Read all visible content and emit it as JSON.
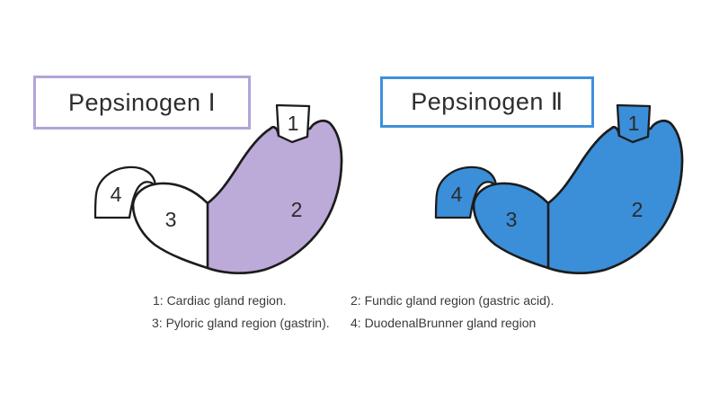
{
  "figure": {
    "background_color": "#ffffff",
    "outline_color": "#1c1c1c",
    "panels": [
      {
        "title": "Pepsinogen Ⅰ",
        "accent_color": "#b3a5d8",
        "region_labels": {
          "r1": "1",
          "r2": "2",
          "r3": "3",
          "r4": "4"
        },
        "region_fills": {
          "r1": "#ffffff",
          "r2": "#bcaad9",
          "r3": "#ffffff",
          "r4": "#ffffff"
        }
      },
      {
        "title": "Pepsinogen Ⅱ",
        "accent_color": "#3f90dc",
        "region_labels": {
          "r1": "1",
          "r2": "2",
          "r3": "3",
          "r4": "4"
        },
        "region_fills": {
          "r1": "#3b8ed8",
          "r2": "#3b8ed8",
          "r3": "#3b8ed8",
          "r4": "#3b8ed8"
        }
      }
    ],
    "legend": {
      "items": [
        "1: Cardiac gland region.",
        "2: Fundic gland region (gastric acid).",
        "3: Pyloric gland region (gastrin).",
        "4: DuodenalBrunner gland region"
      ]
    }
  }
}
